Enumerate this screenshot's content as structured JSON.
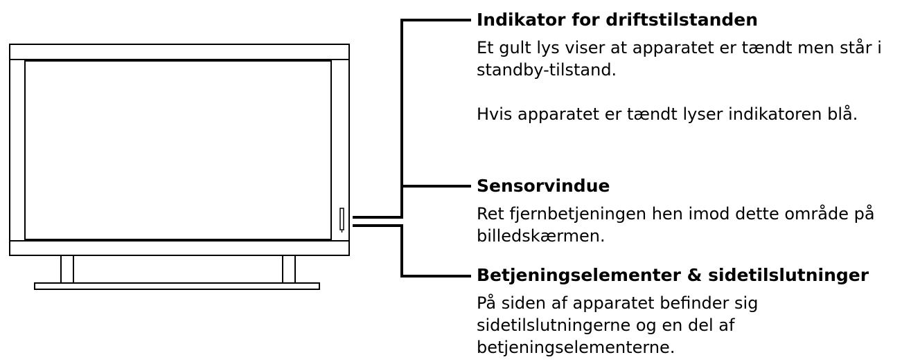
{
  "callouts": [
    {
      "title": "Indikator for driftstilstanden",
      "paragraphs": [
        "Et gult lys viser at apparatet er tændt men står i standby-tilstand.",
        "Hvis apparatet er tændt lyser indikatoren blå."
      ]
    },
    {
      "title": "Sensorvindue",
      "paragraphs": [
        "Ret fjernbetjeningen hen imod dette område på billedskærmen."
      ]
    },
    {
      "title": "Betjeningselementer & sidetilslutninger",
      "paragraphs": [
        "På siden af apparatet befinder sig sidetilslutningerne og en del af betjeningselementerne."
      ]
    }
  ],
  "colors": {
    "line": "#000000",
    "background": "#ffffff"
  }
}
